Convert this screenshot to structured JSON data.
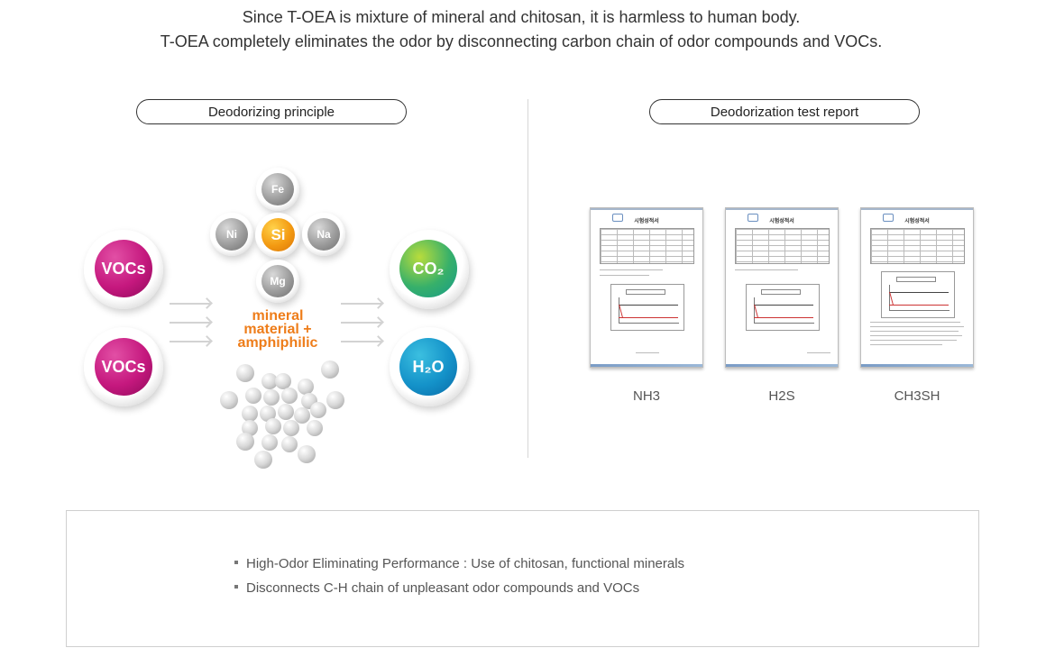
{
  "intro": {
    "line1": "Since T-OEA is mixture of mineral and chitosan, it is harmless to human body.",
    "line2": "T-OEA completely eliminates the odor by disconnecting carbon chain of odor compounds and VOCs."
  },
  "left_panel": {
    "heading": "Deodorizing principle",
    "inputs": [
      "VOCs",
      "VOCs"
    ],
    "elements": {
      "top": "Fe",
      "left": "Ni",
      "center": "Si",
      "right": "Na",
      "bottom": "Mg"
    },
    "center_label": [
      "mineral",
      "material +",
      "amphiphilic"
    ],
    "outputs": [
      "CO₂",
      "H₂O"
    ]
  },
  "right_panel": {
    "heading": "Deodorization test report",
    "doc_title": "시험성적서",
    "reports": [
      "NH3",
      "H2S",
      "CH3SH"
    ]
  },
  "features": [
    "High-Odor Eliminating Performance : Use of chitosan, functional minerals",
    "Disconnects C-H chain of unpleasant odor compounds and VOCs"
  ],
  "colors": {
    "vocs": "#c5187e",
    "si": "#f39a12",
    "co2": "#37b06a",
    "h2o": "#1492c9",
    "accent_text": "#ee7d1a"
  }
}
